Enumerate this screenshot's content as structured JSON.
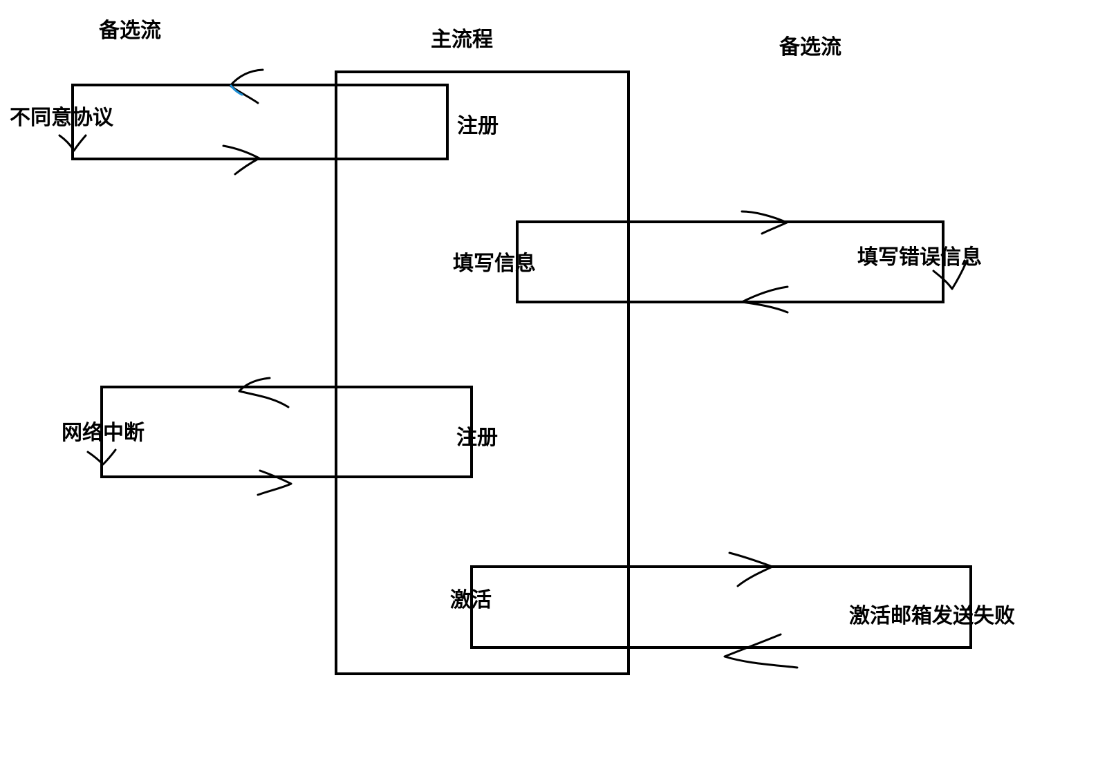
{
  "headers": {
    "left": "备选流",
    "center": "主流程",
    "right": "备选流"
  },
  "main_flow": {
    "steps": [
      "注册",
      "填写信息",
      "注册",
      "激活"
    ]
  },
  "alt_flows": {
    "disagree": "不同意协议",
    "wrong_info": "填写错误信息",
    "network": "网络中断",
    "activation_failed": "激活邮箱发送失败"
  },
  "colors": {
    "stroke": "#000000",
    "highlight": "#1e90d6",
    "background": "#ffffff"
  }
}
